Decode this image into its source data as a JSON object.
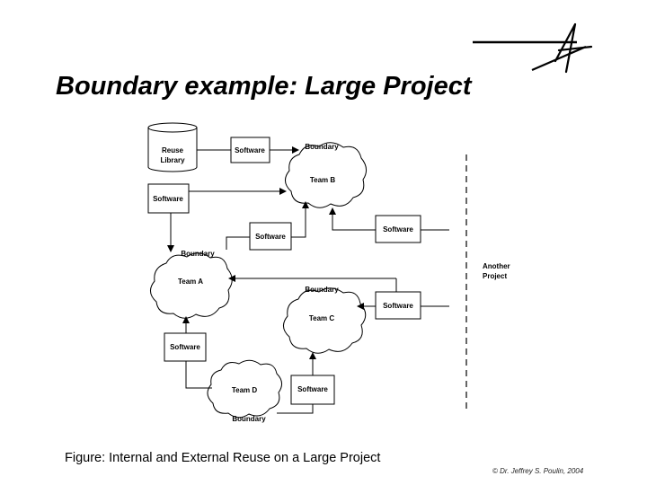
{
  "title": "Boundary example: Large Project",
  "diagram": {
    "reuse_library": [
      "Reuse",
      "Library"
    ],
    "software_label": "Software",
    "boundary_label": "Boundary",
    "team_a": "Team A",
    "team_b": "Team B",
    "team_c": "Team C",
    "team_d": "Team D",
    "another_project": [
      "Another",
      "Project"
    ]
  },
  "caption": "Figure: Internal and External Reuse on a Large Project",
  "copyright": "© Dr. Jeffrey S. Poulin, 2004"
}
